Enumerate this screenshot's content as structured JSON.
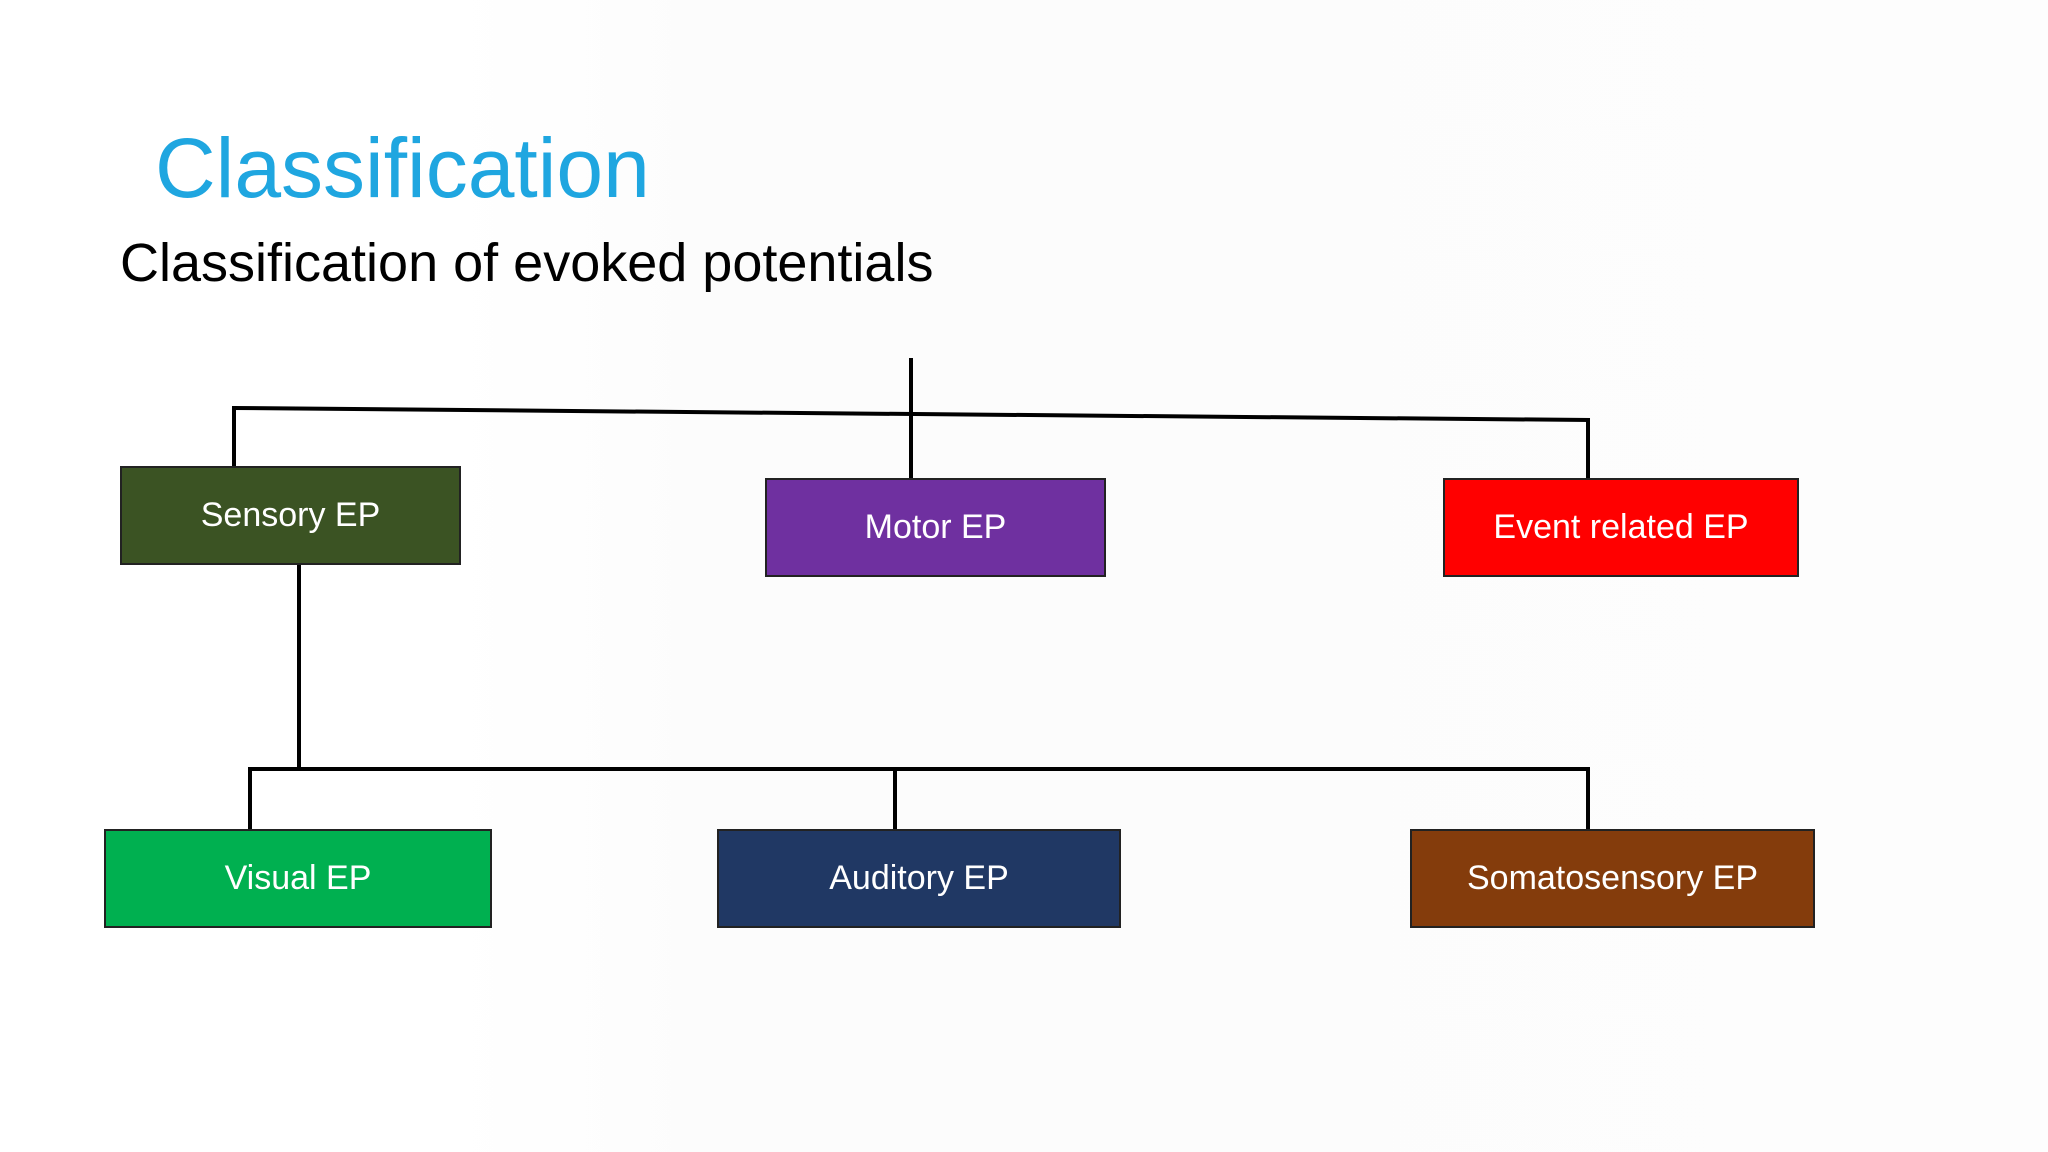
{
  "slide": {
    "title": "Classification",
    "subtitle": "Classification of evoked potentials"
  },
  "diagram": {
    "level1": [
      {
        "label": "Sensory EP",
        "color": "#3b5323"
      },
      {
        "label": "Motor EP",
        "color": "#6f30a0"
      },
      {
        "label": "Event related EP",
        "color": "#ff0000"
      }
    ],
    "level2": [
      {
        "label": "Visual EP",
        "color": "#00b050"
      },
      {
        "label": "Auditory EP",
        "color": "#203864"
      },
      {
        "label": "Somatosensory EP",
        "color": "#843c0c"
      }
    ],
    "connector_color": "#000000"
  }
}
